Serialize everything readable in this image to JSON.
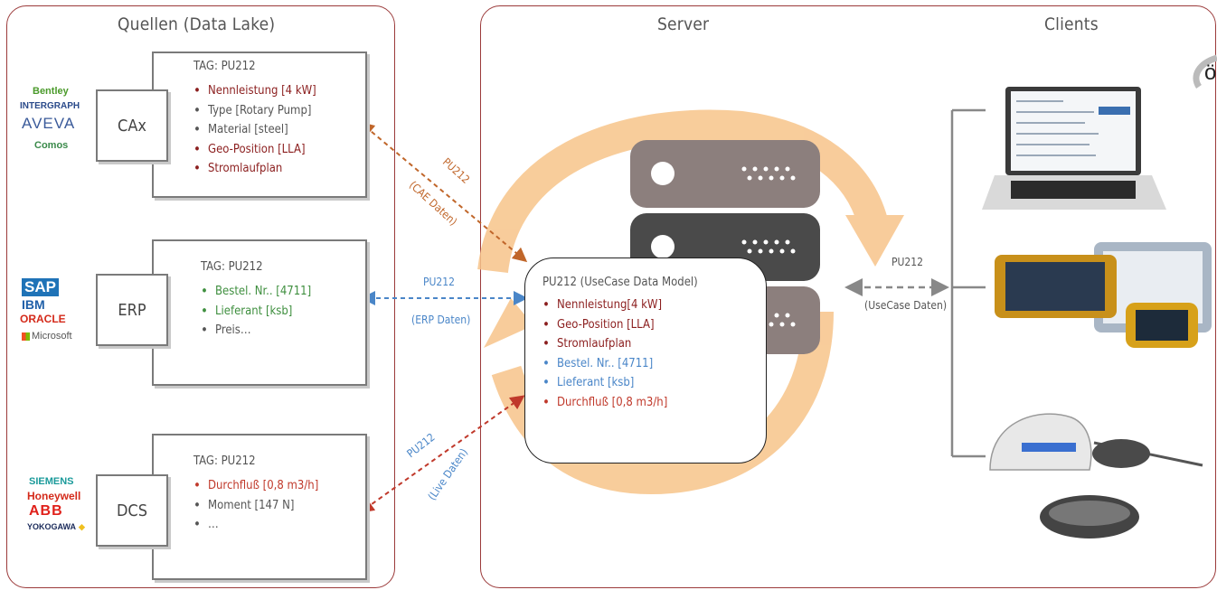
{
  "panels": {
    "sources_title": "Quellen (Data Lake)",
    "server_title": "Server",
    "clients_title": "Clients"
  },
  "sources": [
    {
      "label": "CAx",
      "tag": "TAG: PU212",
      "items": [
        {
          "text": "Nennleistung [4 kW]",
          "color": "dark-red"
        },
        {
          "text": "Type [Rotary Pump]",
          "color": "gray"
        },
        {
          "text": "Material [steel]",
          "color": "gray"
        },
        {
          "text": "Geo-Position [LLA]",
          "color": "dark-red"
        },
        {
          "text": "Stromlaufplan",
          "color": "dark-red"
        }
      ],
      "logos": [
        "Bentley",
        "INTERGRAPH",
        "AVEVA",
        "Comos"
      ]
    },
    {
      "label": "ERP",
      "tag": "TAG: PU212",
      "items": [
        {
          "text": "Bestel. Nr.. [4711]",
          "color": "green"
        },
        {
          "text": "Lieferant [ksb]",
          "color": "green"
        },
        {
          "text": "Preis…",
          "color": "gray"
        }
      ],
      "logos": [
        "SAP",
        "IBM",
        "ORACLE",
        "Microsoft"
      ]
    },
    {
      "label": "DCS",
      "tag": "TAG: PU212",
      "items": [
        {
          "text": "Durchfluß [0,8 m3/h]",
          "color": "red"
        },
        {
          "text": "Moment [147 N]",
          "color": "gray"
        },
        {
          "text": "…",
          "color": "gray"
        }
      ],
      "logos": [
        "SIEMENS",
        "Honeywell",
        "ABB",
        "YOKOGAWA"
      ]
    }
  ],
  "connections": {
    "cae": {
      "tag": "PU212",
      "label": "(CAE Daten)"
    },
    "erp": {
      "tag": "PU212",
      "label": "(ERP Daten)"
    },
    "live": {
      "tag": "PU212",
      "label": "(Live Daten)"
    },
    "usecase": {
      "tag": "PU212",
      "label": "(UseCase Daten)"
    }
  },
  "model": {
    "title": "PU212 (UseCase Data Model)",
    "items": [
      {
        "text": "Nennleistung[4 kW]",
        "color": "dark-red"
      },
      {
        "text": "Geo-Position [LLA]",
        "color": "dark-red"
      },
      {
        "text": "Stromlaufplan",
        "color": "dark-red"
      },
      {
        "text": "Bestel. Nr.. [4711]",
        "color": "blue"
      },
      {
        "text": "Lieferant [ksb]",
        "color": "blue"
      },
      {
        "text": "Durchfluß [0,8 m3/h]",
        "color": "red"
      }
    ]
  },
  "clients": [
    "laptop",
    "rugged-tablet",
    "smart-glasses"
  ],
  "colors": {
    "panel_border": "#9b3a3a",
    "arrow_cae": "#c0662a",
    "arrow_erp": "#4a86c8",
    "arrow_live": "#c0392b",
    "arrow_usecase": "#888888",
    "cycle": "#f7c48a"
  }
}
